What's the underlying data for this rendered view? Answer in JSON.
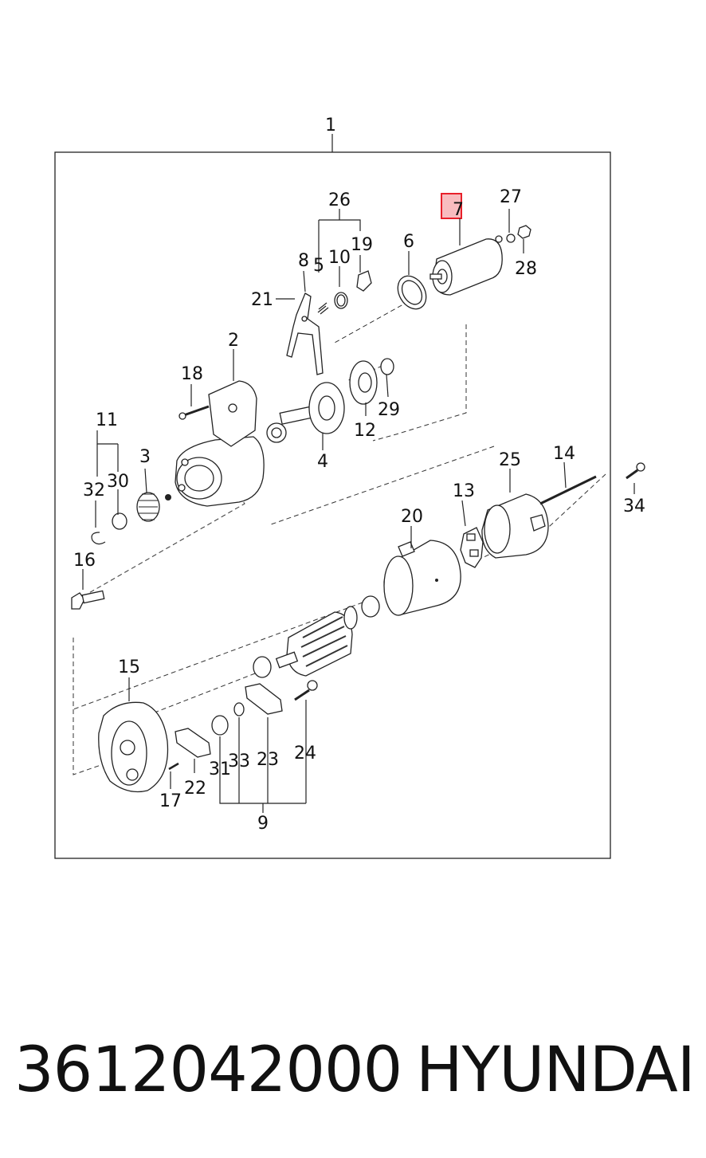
{
  "assembly": {
    "label": "1"
  },
  "callouts": {
    "c2": "2",
    "c3": "3",
    "c4": "4",
    "c5": "5",
    "c6": "6",
    "c7": "7",
    "c8": "8",
    "c9": "9",
    "c10": "10",
    "c11": "11",
    "c12": "12",
    "c13": "13",
    "c14": "14",
    "c15": "15",
    "c16": "16",
    "c17": "17",
    "c18": "18",
    "c19": "19",
    "c20": "20",
    "c21": "21",
    "c22": "22",
    "c23": "23",
    "c24": "24",
    "c25": "25",
    "c26": "26",
    "c27": "27",
    "c28": "28",
    "c29": "29",
    "c30": "30",
    "c31": "31",
    "c32": "32",
    "c33": "33",
    "c34": "34"
  },
  "highlight": {
    "part": "7",
    "color": "#e8202a"
  },
  "footer": {
    "part_number": "3612042000",
    "brand": "HYUNDAI"
  }
}
